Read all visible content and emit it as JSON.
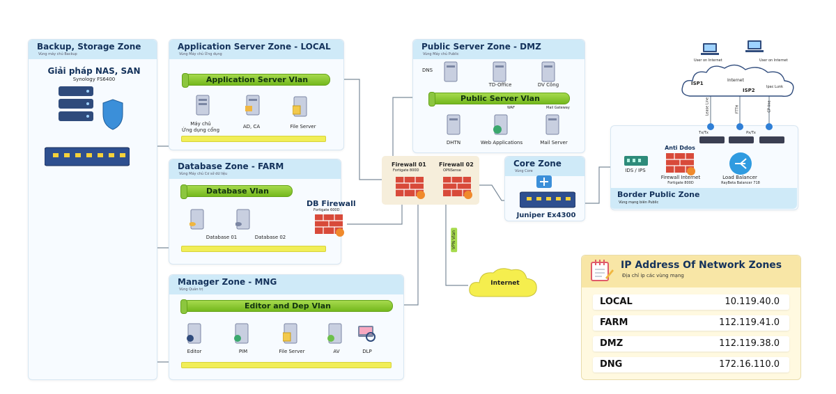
{
  "zones": {
    "backup": {
      "title": "Backup, Storage Zone",
      "sub": "Vùng máy chủ Backup"
    },
    "app": {
      "title": "Application Server Zone - LOCAL",
      "sub": "Vùng Máy chủ Ứng dụng"
    },
    "dmz": {
      "title": "Public Server Zone - DMZ",
      "sub": "Vùng Máy chủ Public"
    },
    "db": {
      "title": "Database Zone - FARM",
      "sub": "Vùng Máy chủ Cơ sở dữ liệu"
    },
    "core": {
      "title": "Core Zone",
      "sub": "Vùng Core"
    },
    "border": {
      "title": "Border Public Zone",
      "sub": "Vùng mạng biên Public"
    },
    "mng": {
      "title": "Manager Zone - MNG",
      "sub": "Vùng Quản trị"
    }
  },
  "backup": {
    "nas_title": "Giải pháp NAS, SAN",
    "nas_model": "Synology FS6400"
  },
  "vlans": {
    "app": "Application Server Vlan",
    "dmz": "Public Server Vlan",
    "db": "Database Vlan",
    "mng": "Editor and Dep Vlan"
  },
  "app_servers": [
    "Máy chủ",
    "Ứng dụng cổng",
    "AD, CA",
    "File Server"
  ],
  "dmz_servers": {
    "top": [
      "DNS",
      "TD-Office",
      "DV Công"
    ],
    "bottom": [
      "DHTN",
      "Web Applications",
      "Mail Server"
    ],
    "waf": "WAF",
    "mail_gw": "Mail Gateway"
  },
  "db_servers": [
    "Database 01",
    "Database 02"
  ],
  "db_firewall": {
    "title": "DB Firewall",
    "model": "Fortigate 600D"
  },
  "firewalls": {
    "fw1": "Firewall 01",
    "fw1_model": "Fortigate 800D",
    "fw2": "Firewall 02",
    "fw2_model": "OPNSense"
  },
  "core": {
    "switch": "Juniper Ex4300"
  },
  "border": {
    "ids": "IDS / IPS",
    "anti_ddos": "Anti Ddos",
    "fw_internet": "Firewall Internet",
    "fw_internet_model": "Fortigate 800D",
    "lb": "Load Balancer",
    "lb_model": "RayBeta Balancer 718",
    "isp1": "ISP1",
    "isp2": "ISP2",
    "internet": "Internet",
    "users": [
      "User on Internet",
      "User on Internet"
    ],
    "links": [
      "Lease Line",
      "FTTH",
      "CP line"
    ],
    "tx": [
      "Tx/Tx",
      "Px/Tx"
    ],
    "unknown_cloud": "Ipac Lunk"
  },
  "internet_cloud": "Internet",
  "vpn_label": "VPN Vlan",
  "mng_servers": [
    "Editor",
    "PIM",
    "File Server",
    "AV",
    "DLP"
  ],
  "ip_panel": {
    "title": "IP Address Of Network Zones",
    "sub": "Địa chỉ ip các vùng mạng",
    "rows": [
      {
        "name": "LOCAL",
        "ip": "10.119.40.0"
      },
      {
        "name": "FARM",
        "ip": "112.119.41.0"
      },
      {
        "name": "DMZ",
        "ip": "112.119.38.0"
      },
      {
        "name": "DNG",
        "ip": "172.16.110.0"
      }
    ]
  },
  "colors": {
    "vlan": "#8cc63f",
    "zone_header": "#cfeaf8",
    "firewall": "#d84a3a",
    "bus": "#f1ee57",
    "panel": "#fff9e0"
  }
}
